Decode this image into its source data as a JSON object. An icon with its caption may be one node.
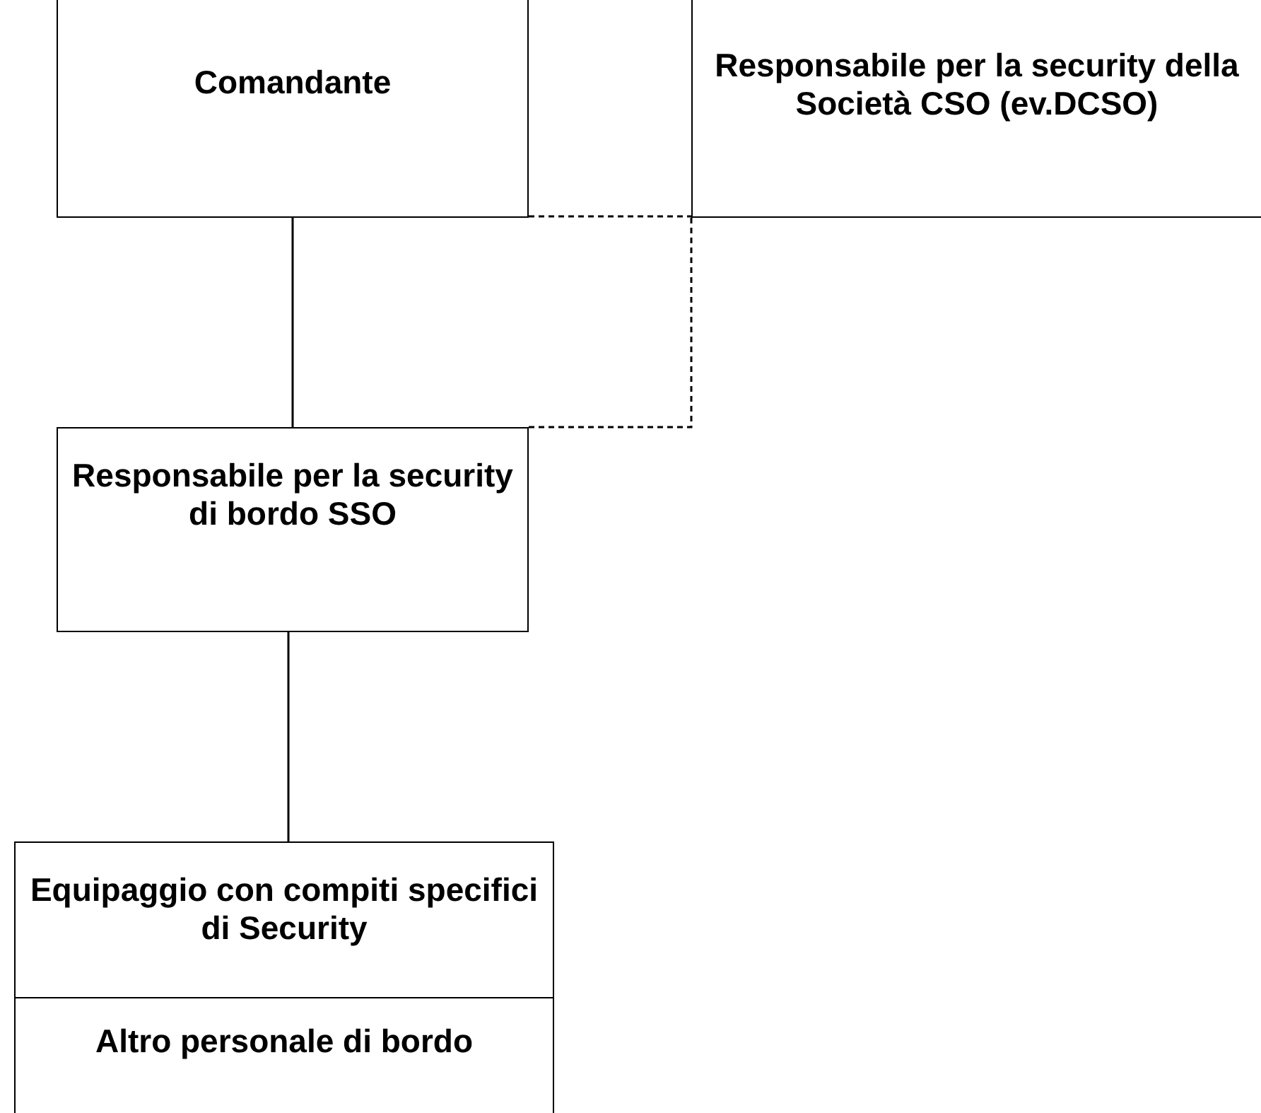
{
  "diagram": {
    "nodes": [
      {
        "text": [
          "Comandante"
        ]
      },
      {
        "text": [
          "Responsabile per la security della Società CSO (ev.DCSO)"
        ]
      },
      {
        "text": [
          "Responsabile per la security di bordo SSO"
        ]
      },
      {
        "text": [
          "Equipaggio con compiti specifici di Security"
        ]
      },
      {
        "text": [
          "Altro personale di bordo"
        ]
      }
    ],
    "edges": [
      {
        "from": 0,
        "to": 2,
        "arrow": "none"
      },
      {
        "from": 2,
        "to": 3,
        "arrow": "none"
      },
      {
        "from": 0,
        "to": 1,
        "arrow": "none",
        "style": "dashed"
      },
      {
        "from": 1,
        "to": 2,
        "arrow": "none",
        "style": "dashed"
      }
    ]
  }
}
